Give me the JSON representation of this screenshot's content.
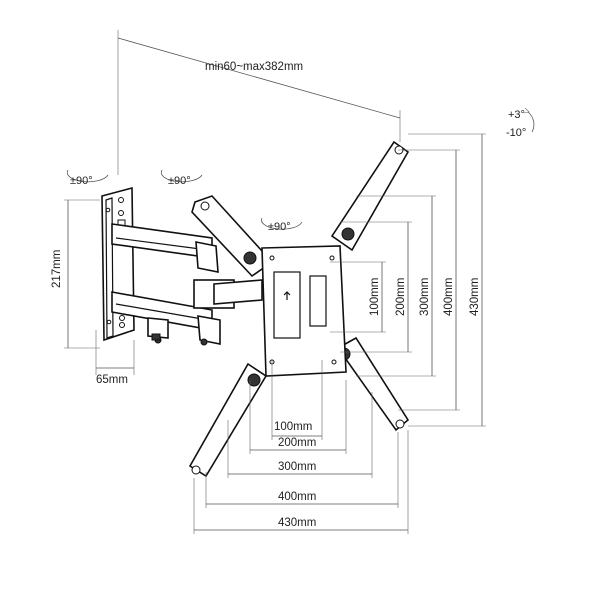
{
  "labels": {
    "depth_range": "min60~max382mm",
    "tilt_up": "+3°",
    "tilt_down": "-10°",
    "rot_wall": "±90°",
    "rot_arm": "±90°",
    "rot_plate": "±90°",
    "wall_height": "217mm",
    "wall_width": "65mm",
    "v100": "100mm",
    "v200": "200mm",
    "v300": "300mm",
    "v400": "400mm",
    "v430": "430mm",
    "h100": "100mm",
    "h200": "200mm",
    "h300": "300mm",
    "h400": "400mm",
    "h430": "430mm"
  }
}
